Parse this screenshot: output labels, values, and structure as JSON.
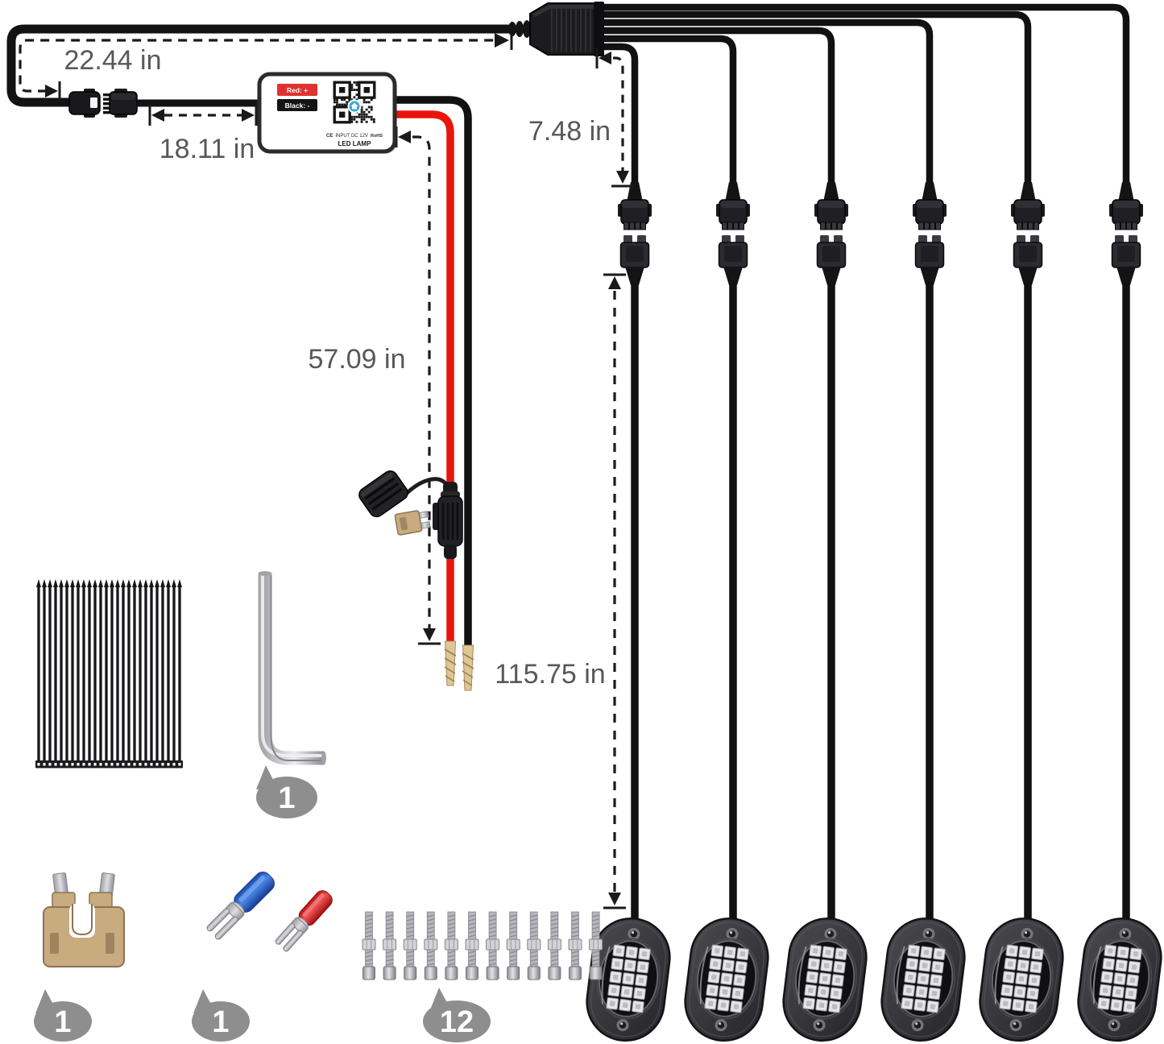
{
  "diagram": {
    "measurements": {
      "trunk_loop": "22.44 in",
      "controller_lead": "18.11 in",
      "power_wire": "57.09 in",
      "splitter_drop": "7.48 in",
      "pod_cable": "115.75 in"
    },
    "controller": {
      "red_label": "Red: +",
      "black_label": "Black: -",
      "ce_mark": "CE",
      "input_text": "INPUT DC 12V",
      "rohs_text": "RoHS",
      "product_text": "LED LAMP"
    },
    "badges": {
      "allen_key_count": "1",
      "fuse_count": "1",
      "terminal_count": "1",
      "screw_count": "12"
    },
    "colors": {
      "wire_red": "#e8150d",
      "wire_black": "#111111",
      "measure_text": "#585858",
      "badge_gray": "#8e8e8e",
      "terminal_blue": "#2b63cf",
      "terminal_red": "#d91f1f",
      "fuse_tan": "#c9ab80"
    }
  }
}
